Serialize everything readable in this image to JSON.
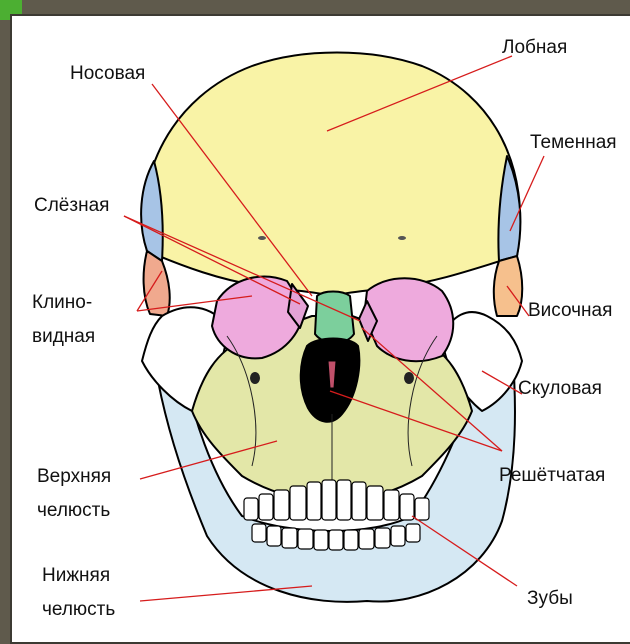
{
  "colors": {
    "frontal": "#f9f3a6",
    "parietal": "#a7c4e6",
    "temporal": "#f6c08d",
    "sphenoid": "#f0a98e",
    "nasal": "#7ccf9c",
    "lacrimal": "#e4a3d6",
    "orbit": "#eeaadd",
    "zygomatic": "#ffffff",
    "maxilla": "#e3e7a8",
    "mandible": "#d5e8f3",
    "teeth": "#ffffff",
    "leader": "#d61c1c",
    "frame": "#5f5a4c",
    "accent": "#4caf32"
  },
  "labels": {
    "frontal": "Лобная",
    "nasal": "Носовая",
    "parietal": "Теменная",
    "lacrimal": "Слёзная",
    "sphenoid_line1": "Клино-",
    "sphenoid_line2": "видная",
    "temporal": "Височная",
    "zygomatic": "Скуловая",
    "maxilla_line1": "Верхняя",
    "maxilla_line2": "челюсть",
    "ethmoid": "Решётчатая",
    "mandible_line1": "Нижняя",
    "mandible_line2": "челюсть",
    "teeth": "Зубы"
  }
}
